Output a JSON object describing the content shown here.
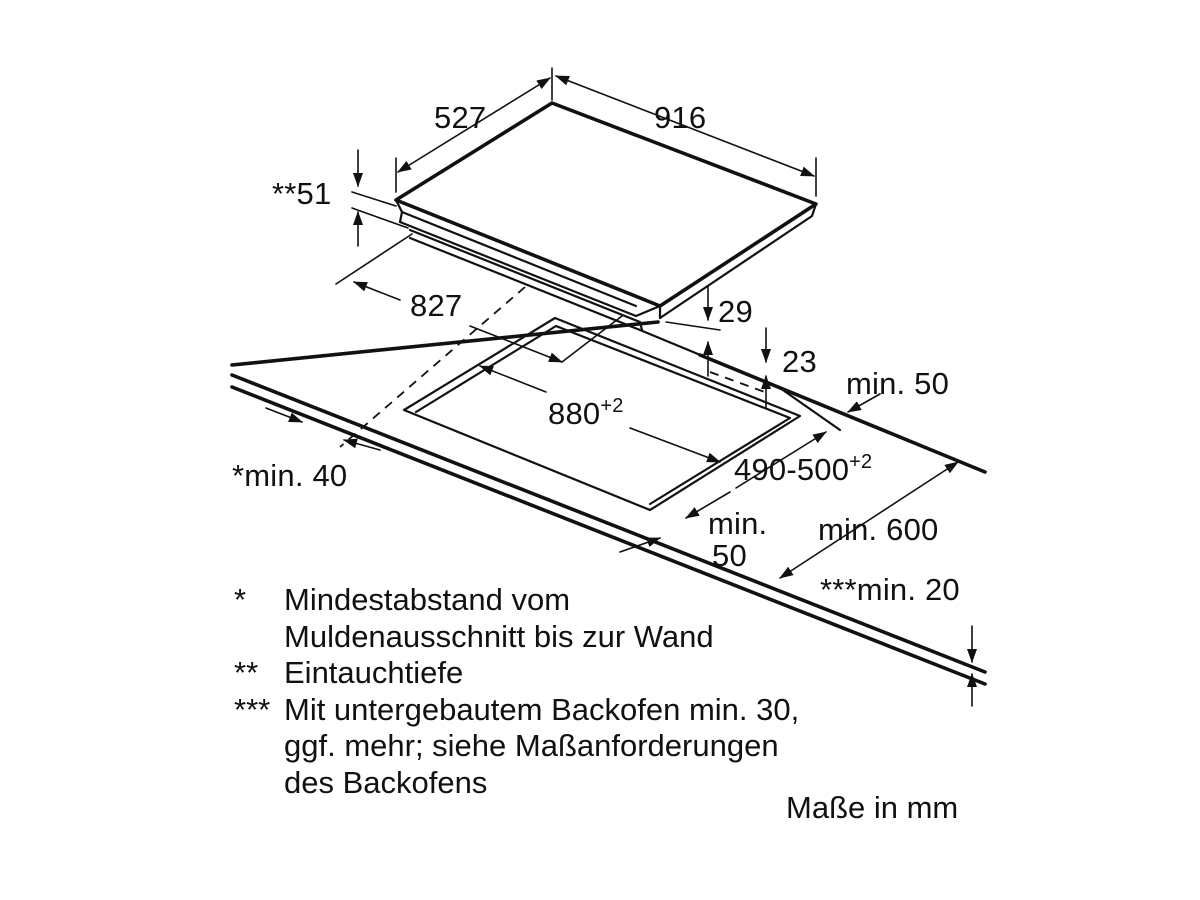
{
  "dimensions": {
    "hob_depth": "527",
    "hob_width": "916",
    "frame_height": "**51",
    "inner_width": "827",
    "side_offset": "29",
    "top_offset": "23",
    "cutout_width": "880",
    "cutout_width_tol": "+2",
    "cutout_depth": "490-500",
    "cutout_depth_tol": "+2",
    "rear_min": "min. 50",
    "side_min": "*min. 40",
    "front_min_a": "min.",
    "front_min_b": "50",
    "worktop_depth_min": "min. 600",
    "worktop_thickness_min": "***min. 20"
  },
  "legend": [
    {
      "mark": "*",
      "lines": [
        "Mindestabstand vom",
        "Muldenausschnitt bis zur Wand"
      ]
    },
    {
      "mark": "**",
      "lines": [
        "Eintauchtiefe"
      ]
    },
    {
      "mark": "***",
      "lines": [
        "Mit untergebautem Backofen min. 30,",
        "ggf. mehr; siehe Maßanforderungen",
        "des Backofens"
      ]
    }
  ],
  "units_note": "Maße in mm",
  "colors": {
    "ink": "#111111",
    "background": "#ffffff"
  }
}
